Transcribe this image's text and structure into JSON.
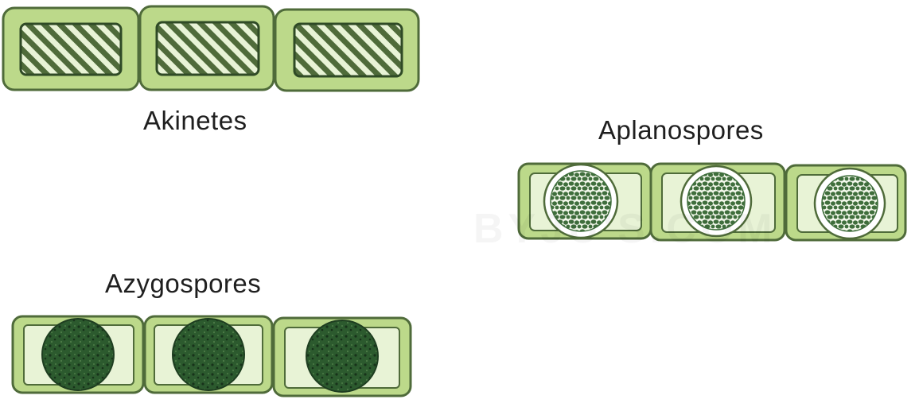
{
  "labels": {
    "akinetes": "Akinetes",
    "aplanospores": "Aplanospores",
    "azygospores": "Azygospores"
  },
  "watermark": "BYJU'S.COM",
  "colors": {
    "wall_fill": "#bcd98a",
    "wall_stroke": "#4f6b3a",
    "cell_fill": "#e8f3d6",
    "spore_dark": "#3f6e3c",
    "spore_darkest": "#1e3d20"
  },
  "filaments": [
    {
      "name": "akinetes",
      "cells": 3,
      "content": "hatched"
    },
    {
      "name": "aplanospores",
      "cells": 3,
      "content": "spore-in-ring"
    },
    {
      "name": "azygospores",
      "cells": 3,
      "content": "dark-spore"
    }
  ]
}
